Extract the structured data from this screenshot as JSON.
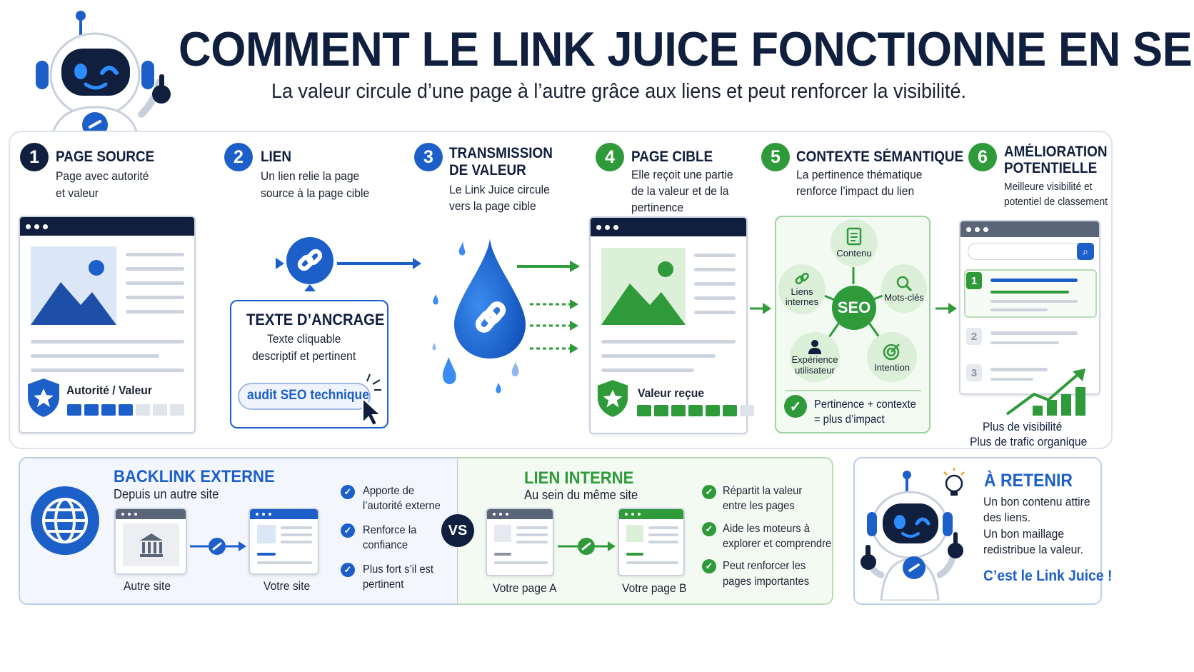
{
  "header": {
    "title": "COMMENT LE LINK JUICE FONCTIONNE EN SEO",
    "subtitle": "La valeur circule d’une page à l’autre grâce aux liens et peut renforcer la visibilité."
  },
  "steps": [
    {
      "num": "1",
      "title_lines": [
        "PAGE SOURCE"
      ],
      "desc_lines": [
        "Page avec autorité",
        "et valeur"
      ]
    },
    {
      "num": "2",
      "title_lines": [
        "LIEN"
      ],
      "desc_lines": [
        "Un lien relie la page",
        "source à la page cible"
      ]
    },
    {
      "num": "3",
      "title_lines": [
        "TRANSMISSION",
        "DE VALEUR"
      ],
      "desc_lines": [
        "Le Link Juice circule",
        "vers la page cible"
      ]
    },
    {
      "num": "4",
      "title_lines": [
        "PAGE CIBLE"
      ],
      "desc_lines": [
        "Elle reçoit une partie",
        "de la valeur et de la",
        "pertinence"
      ]
    },
    {
      "num": "5",
      "title_lines": [
        "CONTEXTE SÉMANTIQUE"
      ],
      "desc_lines": [
        "La pertinence thématique",
        "renforce l’impact du lien"
      ]
    },
    {
      "num": "6",
      "title_lines": [
        "AMÉLIORATION",
        "POTENTIELLE"
      ],
      "desc_lines": [
        "Meilleure visibilité et",
        "potentiel de classement"
      ]
    }
  ],
  "source_page": {
    "label": "Autorité / Valeur",
    "bars_filled": 4,
    "bars_total": 7
  },
  "anchor": {
    "title": "TEXTE D’ANCRAGE",
    "desc_lines": [
      "Texte cliquable",
      "descriptif et pertinent"
    ],
    "example": "audit SEO technique"
  },
  "target_page": {
    "label": "Valeur reçue",
    "bars_filled": 6,
    "bars_total": 7
  },
  "semantic": {
    "center": "SEO",
    "nodes": {
      "contenu": "Contenu",
      "liens_line1": "Liens",
      "liens_line2": "internes",
      "mots_cles": "Mots-clés",
      "experience_line1": "Expérience",
      "experience_line2": "utilisateur",
      "intention": "Intention"
    },
    "result_line1": "Pertinence + contexte",
    "result_line2": "= plus d’impact"
  },
  "serp": {
    "ranks": [
      "1",
      "2",
      "3"
    ],
    "result_line1": "Plus de visibilité",
    "result_line2": "Plus de trafic organique"
  },
  "backlink": {
    "title": "BACKLINK EXTERNE",
    "subtitle": "Depuis un autre site",
    "from": "Autre site",
    "to": "Votre site",
    "bullets": [
      [
        "Apporte de",
        "l’autorité externe"
      ],
      [
        "Renforce la",
        "confiance"
      ],
      [
        "Plus fort s’il est",
        "pertinent"
      ]
    ]
  },
  "vs": "VS",
  "internal": {
    "title": "LIEN INTERNE",
    "subtitle": "Au sein du même site",
    "from": "Votre page A",
    "to": "Votre page B",
    "bullets": [
      [
        "Répartit la valeur",
        "entre les pages"
      ],
      [
        "Aide les moteurs à",
        "explorer et comprendre"
      ],
      [
        "Peut renforcer les",
        "pages importantes"
      ]
    ]
  },
  "takeaway": {
    "title": "À RETENIR",
    "lines": [
      "Un bon contenu attire",
      "des liens.",
      "Un bon maillage",
      "redistribue la valeur."
    ],
    "conclusion": "C’est le Link Juice !"
  },
  "colors": {
    "navy": "#0f1f3d",
    "blue": "#1d5fc8",
    "green": "#2e9a3a",
    "light_green": "#eef8ee",
    "light_blue": "#e8f0fb"
  }
}
